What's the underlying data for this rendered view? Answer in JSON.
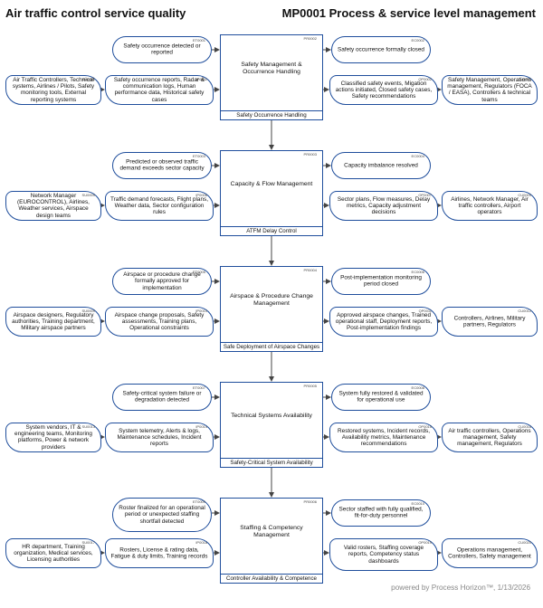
{
  "header": {
    "left_title": "Air traffic control service quality",
    "right_title": "MP0001 Process & service level management"
  },
  "lanes": [
    {
      "event": {
        "id": "ET0001",
        "text": "Safety occurrence detected or reported"
      },
      "input": {
        "id": "IP0002",
        "text": "Safety occurrence reports, Radar & communication logs, Human performance data, Historical safety cases"
      },
      "supplier": {
        "id": "SU0001",
        "text": "Air Traffic Controllers, Technical systems, Airlines / Pilots, Safety monitoring tools, External reporting systems"
      },
      "process": {
        "id": "PR0002",
        "title": "Safety Management & Occurrence Handling",
        "subtitle": "Safety Occurrence Handling"
      },
      "end_event": {
        "id": "EC0002",
        "text": "Safety occurrence formally closed"
      },
      "output": {
        "id": "OP0002",
        "text": "Classified safety events, Migation actions initiated, Closed safety cases, Safety recommendations"
      },
      "customer": {
        "id": "CU0004",
        "text": "Safety Management, Operations management, Regulators (FOCA / EASA), Controllers & technical teams"
      }
    },
    {
      "event": {
        "id": "ET0003",
        "text": "Predicted or observed traffic demand exceeds sector capacity"
      },
      "input": {
        "id": "IP0006",
        "text": "Traffic demand forecasts, Flight plans, Weather data, Sector configuration rules"
      },
      "supplier": {
        "id": "SU0009",
        "text": "Network Manager (EUROCONTROL), Airlines, Weather services, Airspace design teams"
      },
      "process": {
        "id": "PR0003",
        "title": "Capacity & Flow Management",
        "subtitle": "ATFM Delay Control"
      },
      "end_event": {
        "id": "EC0004",
        "text": "Capacity imbalance resolved"
      },
      "output": {
        "id": "OP0007",
        "text": "Sector plans, Flow measures, Delay metrics, Capacity adjustment decisions"
      },
      "customer": {
        "id": "CU0009",
        "text": "Airlines, Network Manager, Air traffic controllers, Airport operators"
      }
    },
    {
      "event": {
        "id": "ET0005",
        "text": "Airspace or procedure change formally approved for implementation"
      },
      "input": {
        "id": "IP0010",
        "text": "Airspace change proposals, Safety assessments, Training plans, Operational constraints"
      },
      "supplier": {
        "id": "SU0009",
        "text": "Airspace designers, Regulatory authorities, Training department, Military airspace partners"
      },
      "process": {
        "id": "PR0004",
        "title": "Airspace & Procedure Change Management",
        "subtitle": "Safe Deployment of Airspace Changes"
      },
      "end_event": {
        "id": "EC0006",
        "text": "Post-implementation monitoring period closed"
      },
      "output": {
        "id": "OP0011",
        "text": "Approved airspace changes, Trained operational staff, Deployment reports, Post-implementation findings"
      },
      "customer": {
        "id": "CU0012",
        "text": "Controllers, Airlines, Military partners, Regulators"
      }
    },
    {
      "event": {
        "id": "ET0007",
        "text": "Safety-critical system failure or degradation detected"
      },
      "input": {
        "id": "IP0014",
        "text": "System telemetry, Alerts & logs, Maintenance schedules, Incident reports"
      },
      "supplier": {
        "id": "SU0013",
        "text": "System vendors, IT & engineering teams, Monitoring platforms, Power & network providers"
      },
      "process": {
        "id": "PR0005",
        "title": "Technical Systems Availability",
        "subtitle": "Safety-Critical System Availability"
      },
      "end_event": {
        "id": "EC0008",
        "text": "System fully restored & validated for operational use"
      },
      "output": {
        "id": "OP0015",
        "text": "Restored systems, Incident records, Availability metrics, Maintenance recommendations"
      },
      "customer": {
        "id": "CU0016",
        "text": "Air traffic controllers, Operations management, Safety management, Regulators"
      }
    },
    {
      "event": {
        "id": "ET0009",
        "text": "Roster finalized for an operational period or unexpected staffing shortfall detected"
      },
      "input": {
        "id": "IP0018",
        "text": "Rosters, License & rating data, Fatigue & duty limits, Training records"
      },
      "supplier": {
        "id": "SU0017",
        "text": "HR department, Training organization, Medical services, Licensing authorities"
      },
      "process": {
        "id": "PR0006",
        "title": "Staffing & Competency Management",
        "subtitle": "Controller Availability & Competence"
      },
      "end_event": {
        "id": "EC0010",
        "text": "Sector staffed with fully qualified, fit-for-duty personnel"
      },
      "output": {
        "id": "OP0019",
        "text": "Valid rosters, Staffing coverage reports, Competency status dashboards"
      },
      "customer": {
        "id": "CU0020",
        "text": "Operations management, Controllers, Safety management"
      }
    }
  ],
  "footer": "powered by Process Horizon™, 1/13/2026",
  "colors": {
    "stroke": "#1f4e9c",
    "arrow": "#444444"
  }
}
